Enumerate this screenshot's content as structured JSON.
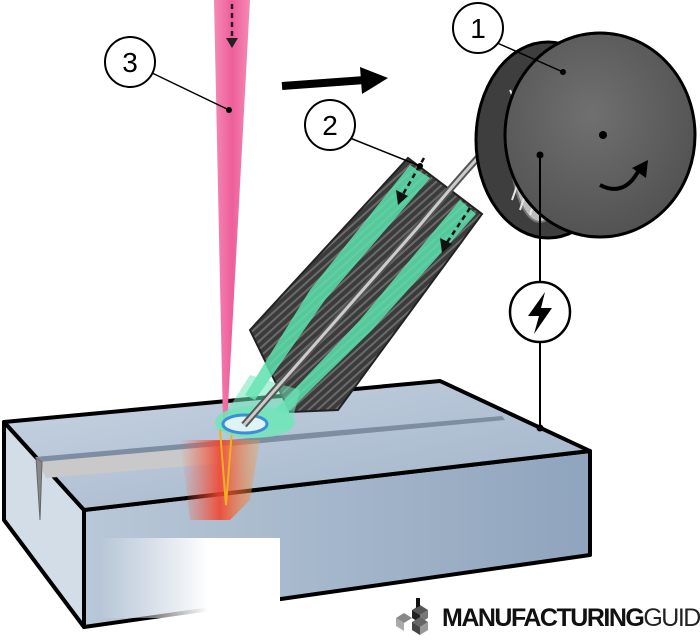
{
  "labels": {
    "one": "1",
    "two": "2",
    "three": "3"
  },
  "logo": {
    "bold": "MANUFACTURING",
    "light": "GUIDE"
  },
  "colors": {
    "laser": "#f06ea4",
    "shield_gas": "#4fe0a8",
    "nozzle": "#3a3a3a",
    "spool": "#5b5b5b",
    "workpiece": "#a9bbd0"
  }
}
